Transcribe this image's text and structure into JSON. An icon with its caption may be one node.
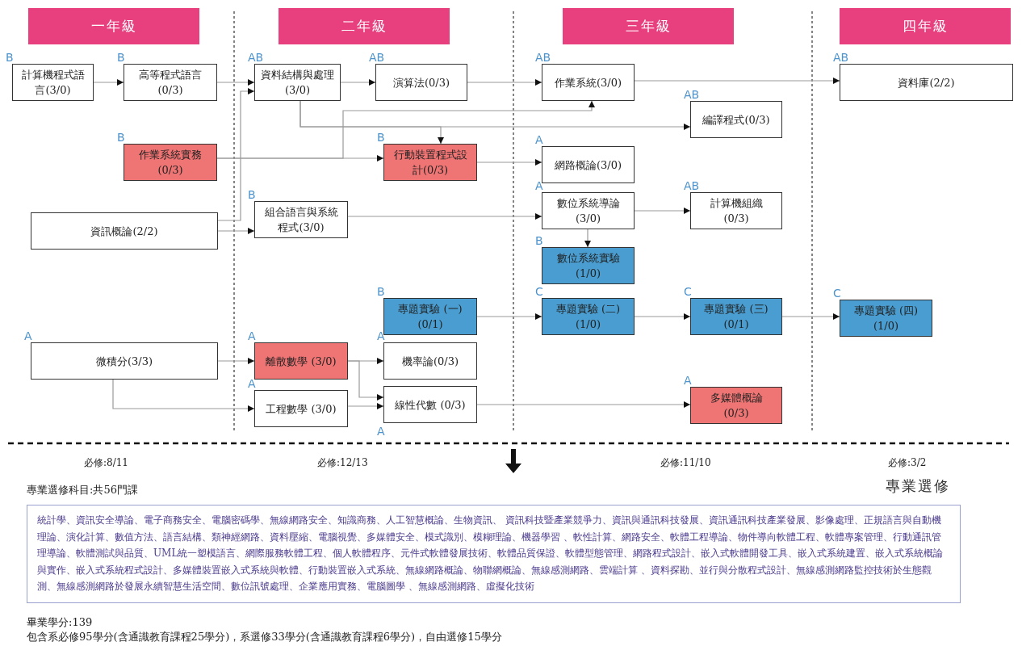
{
  "diagram": {
    "nodes": [
      {
        "text": [
          "一年級"
        ]
      },
      {
        "text": [
          "二年級"
        ]
      },
      {
        "text": [
          "三年級"
        ]
      },
      {
        "text": [
          "四年級"
        ]
      },
      {
        "text": [
          "計算機程式語言(3/0)"
        ],
        "beside": [
          "B"
        ]
      },
      {
        "text": [
          "高等程式語言 (0/3)"
        ],
        "beside": [
          "B"
        ]
      },
      {
        "text": [
          "資料結構與處理(3/0)"
        ],
        "beside": [
          "AB"
        ]
      },
      {
        "text": [
          "演算法(0/3)"
        ],
        "beside": [
          "AB"
        ]
      },
      {
        "text": [
          "作業系統(3/0)"
        ],
        "beside": [
          "AB"
        ]
      },
      {
        "text": [
          "資料庫(2/2)"
        ],
        "beside": [
          "AB"
        ]
      },
      {
        "text": [
          "編譯程式(0/3)"
        ],
        "beside": [
          "AB"
        ]
      },
      {
        "text": [
          "作業系統實務(0/3)"
        ],
        "beside": [
          "B"
        ]
      },
      {
        "text": [
          "行動裝置程式設計(0/3)"
        ],
        "beside": [
          "B"
        ]
      },
      {
        "text": [
          "網路概論(3/0)"
        ],
        "beside": [
          "A"
        ]
      },
      {
        "text": [
          "資訊概論(2/2)"
        ]
      },
      {
        "text": [
          "組合語言與系統程式(3/0)"
        ],
        "beside": [
          "B"
        ]
      },
      {
        "text": [
          "數位系統導論 (3/0)"
        ],
        "beside": [
          "A"
        ]
      },
      {
        "text": [
          "計算機組織 (0/3)"
        ],
        "beside": [
          "AB"
        ]
      },
      {
        "text": [
          "數位系統實驗 (1/0)"
        ],
        "beside": [
          "B"
        ]
      },
      {
        "text": [
          "專題實驗 (一)(0/1)"
        ],
        "beside": [
          "B"
        ]
      },
      {
        "text": [
          "專題實驗 (二)(1/0)"
        ],
        "beside": [
          "C"
        ]
      },
      {
        "text": [
          "專題實驗 (三)(0/1)"
        ],
        "beside": [
          "C"
        ]
      },
      {
        "text": [
          "專題實驗 (四)(1/0)"
        ],
        "beside": [
          "C"
        ]
      },
      {
        "text": [
          "微積分(3/3)"
        ],
        "beside": [
          "A"
        ]
      },
      {
        "text": [
          "離散數學 (3/0)"
        ],
        "beside": [
          "A"
        ]
      },
      {
        "text": [
          "機率論(0/3)"
        ],
        "beside": [
          "A"
        ]
      },
      {
        "text": [
          "工程數學 (3/0)"
        ],
        "beside": [
          "A"
        ]
      },
      {
        "text": [
          "線性代數 (0/3)"
        ],
        "beside": [
          "A"
        ]
      },
      {
        "text": [
          "多媒體概論 (0/3)"
        ],
        "beside": [
          "A"
        ]
      },
      {
        "text": [
          "專業選修",
          "統計學、資訊安全導論、電子商務安全、電腦密碼學、無線網路安全、知識商務、人工智慧概論、生物資訊、 資訊科技暨產業競爭力、資訊與通訊科技發展、資訊通訊科技產業發展、影像處理、正規語言與自動機理論、演化計算、數值方法、語言結構、類神經網路、資料壓縮、電腦視覺、多媒體安全、模式識別、模糊理論、機器學習 、軟性計算、網路安全、軟體工程導論、物件導向軟體工程、軟體專案管理、行動通訊管理導論、軟體測試與品質、UML統一塑模語言、網際服務軟體工程、個人軟體程序、元件式軟體發展技術、軟體品質保證、軟體型態管理、網路程式設計、嵌入式軟體開發工具、嵌入式系統建置、嵌入式系統概論與實作、嵌入式系統程式設計、多媒體裝置嵌入式系統與軟體、行動裝置嵌入式系統、無線網路概論、物聯網概論、無線感測網路、雲端計算 、資料探勘、並行與分散程式設計、無線感測網路監控技術於生態觀測、無線感測網路於發展永續智慧生活空間、數位訊號處理、企業應用實務、電腦圖學 、無線感測網路、虛擬化技術"
        ]
      }
    ],
    "edges": [
      {
        "from": 4,
        "to": 5,
        "arrow": "to"
      },
      {
        "from": 5,
        "to": 6,
        "arrow": "to"
      },
      {
        "from": 14,
        "to": 6,
        "arrow": "to"
      },
      {
        "from": 14,
        "to": 15,
        "arrow": "to"
      },
      {
        "from": 6,
        "to": 7,
        "arrow": "to"
      },
      {
        "from": 7,
        "to": 8,
        "arrow": "to"
      },
      {
        "from": 6,
        "to": 10,
        "arrow": "to"
      },
      {
        "from": 6,
        "to": 12,
        "arrow": "to"
      },
      {
        "from": 11,
        "to": 12,
        "arrow": "to"
      },
      {
        "from": 11,
        "to": 8,
        "arrow": "to"
      },
      {
        "from": 12,
        "to": 13,
        "arrow": "to"
      },
      {
        "from": 15,
        "to": 16,
        "arrow": "to"
      },
      {
        "from": 16,
        "to": 17,
        "arrow": "to"
      },
      {
        "from": 16,
        "to": 18,
        "arrow": "to"
      },
      {
        "from": 19,
        "to": 20,
        "arrow": "to"
      },
      {
        "from": 20,
        "to": 21,
        "arrow": "to"
      },
      {
        "from": 21,
        "to": 22,
        "arrow": "to"
      },
      {
        "from": 23,
        "to": 24,
        "arrow": "to"
      },
      {
        "from": 23,
        "to": 26,
        "arrow": "to"
      },
      {
        "from": 24,
        "to": 25,
        "arrow": "to"
      },
      {
        "from": 24,
        "to": 27,
        "arrow": "to"
      },
      {
        "from": 26,
        "to": 27,
        "arrow": "to"
      },
      {
        "from": 27,
        "to": 28,
        "arrow": "to"
      },
      {
        "from": 8,
        "to": 9,
        "arrow": "to"
      }
    ],
    "labels": [
      "必修:8/11",
      "必修:12/13",
      "必修:11/10",
      "必修:3/2",
      "專業選修科目:共56門課",
      "畢業學分:139",
      "包含系必修95學分(含通識教育課程25學分)，系選修33學分(含通識教育課程6學分)，自由選修15學分"
    ]
  }
}
